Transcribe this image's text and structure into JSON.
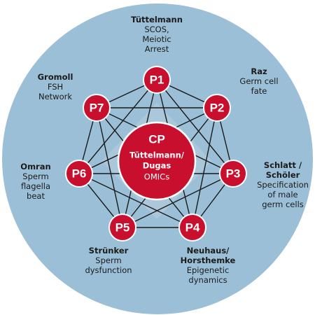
{
  "colors": {
    "background_circle": "#9bbfd6",
    "node_fill": "#c8102e",
    "node_stroke": "#ffffff",
    "edge": "#1a1a1a",
    "watermark": "#b9d0e0",
    "text": "#1b1b1b"
  },
  "center": {
    "title": "CP",
    "name_lines": [
      "Tüttelmann/",
      "Dugas"
    ],
    "desc": "OMICs"
  },
  "nodes": [
    {
      "id": "P1",
      "label": "P1",
      "name_lines": [
        "Tüttelmann"
      ],
      "desc_lines": [
        "SCOS,",
        "Meiotic",
        "Arrest"
      ]
    },
    {
      "id": "P2",
      "label": "P2",
      "name_lines": [
        "Raz"
      ],
      "desc_lines": [
        "Germ cell",
        "fate"
      ]
    },
    {
      "id": "P3",
      "label": "P3",
      "name_lines": [
        "Schlatt /",
        "Schöler"
      ],
      "desc_lines": [
        "Specification",
        "of male",
        "germ cells"
      ]
    },
    {
      "id": "P4",
      "label": "P4",
      "name_lines": [
        "Neuhaus/",
        "Horsthemke"
      ],
      "desc_lines": [
        "Epigenetic",
        "dynamics"
      ]
    },
    {
      "id": "P5",
      "label": "P5",
      "name_lines": [
        "Strünker"
      ],
      "desc_lines": [
        "Sperm",
        "dysfunction"
      ]
    },
    {
      "id": "P6",
      "label": "P6",
      "name_lines": [
        "Omran"
      ],
      "desc_lines": [
        "Sperm",
        "flagella",
        "beat"
      ]
    },
    {
      "id": "P7",
      "label": "P7",
      "name_lines": [
        "Gromoll"
      ],
      "desc_lines": [
        "FSH",
        "Network"
      ]
    }
  ],
  "edges": [
    [
      "P1",
      "P2"
    ],
    [
      "P2",
      "P3"
    ],
    [
      "P3",
      "P4"
    ],
    [
      "P4",
      "P5"
    ],
    [
      "P5",
      "P6"
    ],
    [
      "P6",
      "P7"
    ],
    [
      "P7",
      "P1"
    ],
    [
      "P1",
      "P3"
    ],
    [
      "P2",
      "P4"
    ],
    [
      "P3",
      "P5"
    ],
    [
      "P4",
      "P6"
    ],
    [
      "P5",
      "P7"
    ],
    [
      "P6",
      "P1"
    ],
    [
      "P7",
      "P2"
    ],
    [
      "P1",
      "P4"
    ],
    [
      "P2",
      "P5"
    ],
    [
      "P3",
      "P6"
    ],
    [
      "P4",
      "P7"
    ],
    [
      "P5",
      "P1"
    ],
    [
      "P6",
      "P2"
    ],
    [
      "P7",
      "P3"
    ]
  ]
}
